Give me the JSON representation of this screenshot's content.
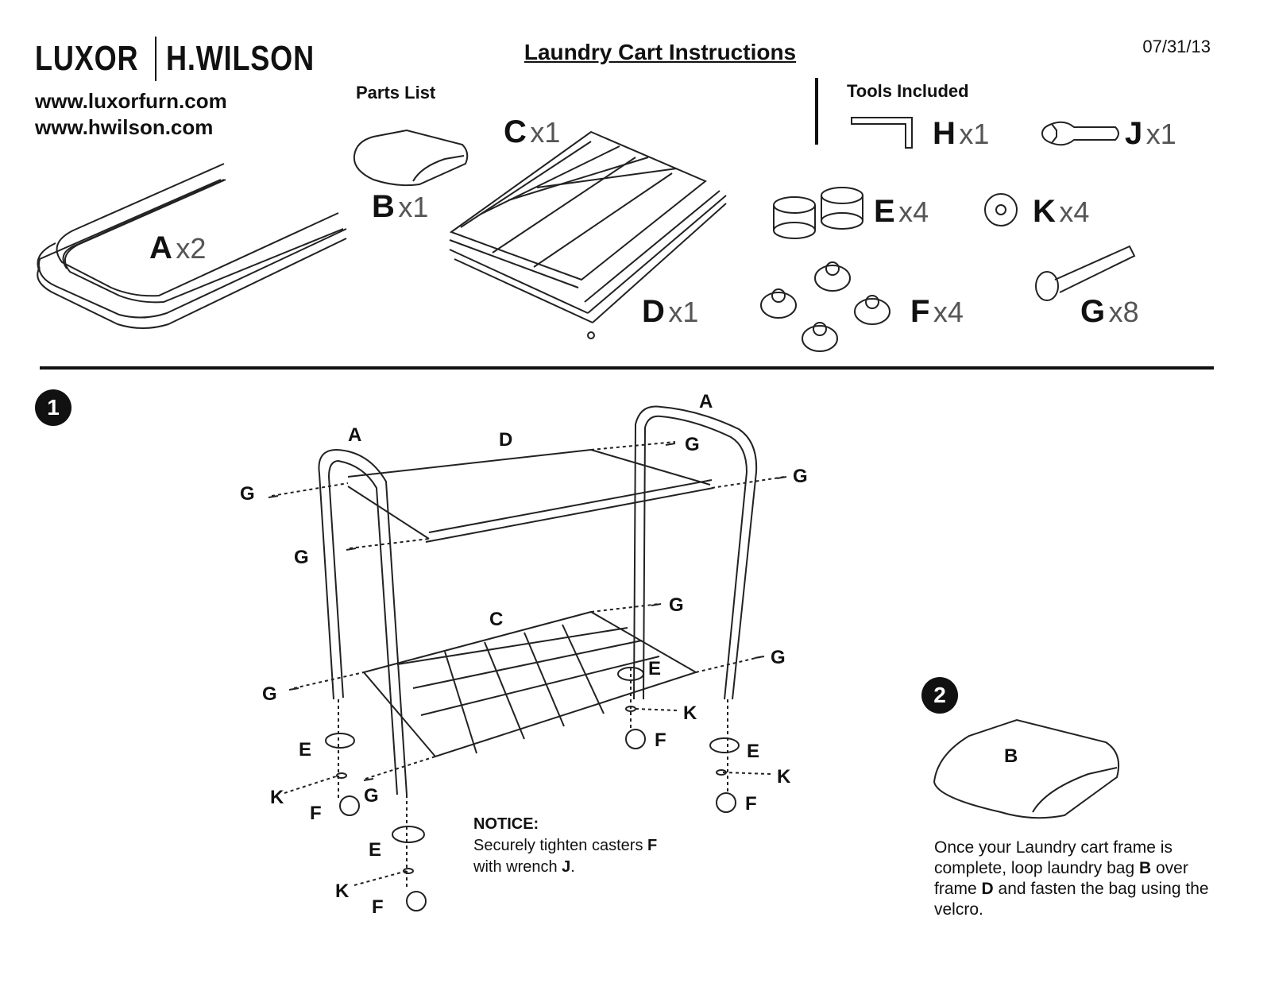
{
  "header": {
    "brand_left": "LUXOR",
    "brand_right": "H.WILSON",
    "url_1": "www.luxorfurn.com",
    "url_2": "www.hwilson.com",
    "title": "Laundry Cart Instructions",
    "date": "07/31/13"
  },
  "parts": {
    "heading": "Parts List",
    "items": [
      {
        "letter": "A",
        "qty": "x2"
      },
      {
        "letter": "B",
        "qty": "x1"
      },
      {
        "letter": "C",
        "qty": "x1"
      },
      {
        "letter": "D",
        "qty": "x1"
      },
      {
        "letter": "E",
        "qty": "x4"
      },
      {
        "letter": "K",
        "qty": "x4"
      },
      {
        "letter": "F",
        "qty": "x4"
      },
      {
        "letter": "G",
        "qty": "x8"
      }
    ]
  },
  "tools": {
    "heading": "Tools Included",
    "items": [
      {
        "letter": "H",
        "qty": "x1"
      },
      {
        "letter": "J",
        "qty": "x1"
      }
    ]
  },
  "step1": {
    "number": "1",
    "labels": {
      "a": "A",
      "c": "C",
      "d": "D",
      "e": "E",
      "f": "F",
      "g": "G",
      "k": "K"
    },
    "notice_heading": "NOTICE:",
    "notice_text_1": "Securely tighten casters ",
    "notice_bold_1": "F",
    "notice_text_2": "with wrench ",
    "notice_bold_2": "J",
    "notice_text_3": "."
  },
  "step2": {
    "number": "2",
    "label_b": "B",
    "text_1": "Once your Laundry cart frame is complete, loop laundry bag ",
    "bold_1": "B",
    "text_2": " over frame ",
    "bold_2": "D",
    "text_3": " and fasten the bag using the velcro."
  }
}
